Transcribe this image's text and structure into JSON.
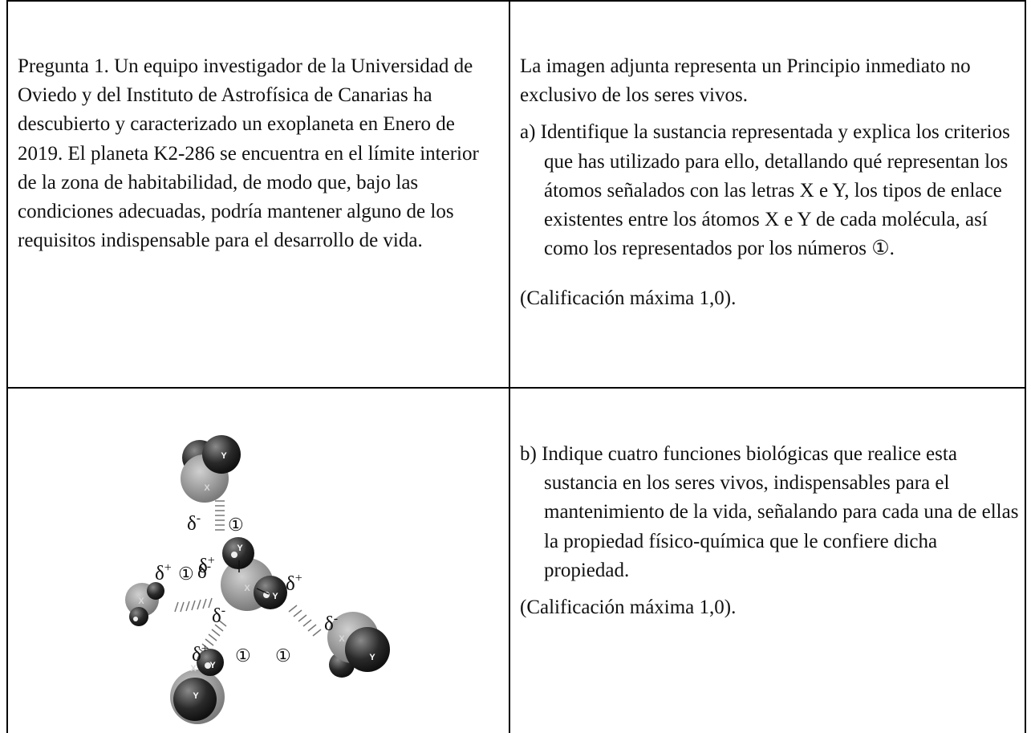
{
  "question": {
    "intro": "Pregunta 1.  Un equipo investigador de la Universidad de Oviedo y del Instituto de Astrofísica de Canarias ha descubierto y caracterizado un exoplaneta en Enero de 2019.  El planeta K2-286 se encuentra en el límite interior de la zona de habitabilidad, de modo que, bajo las condiciones adecuadas, podría mantener alguno de los requisitos indispensable para el desarrollo de vida.",
    "context": "La imagen adjunta representa un Principio inmediato no exclusivo de los seres vivos.",
    "part_a": "a) Identifique la sustancia representada y explica los criterios que has utilizado para ello, detallando qué representan los átomos señalados con las letras X e Y, los tipos de enlace existentes entre los átomos X e Y de cada molécula, así como los representados por los números ①.",
    "part_a_score": "(Calificación máxima 1,0).",
    "part_b": "b) Indique cuatro funciones biológicas que realice esta sustancia en los seres vivos, indispensables para el mantenimiento de la vida, señalando para cada una de ellas la propiedad físico-química que le confiere dicha propiedad.",
    "part_b_score": "(Calificación máxima 1,0)."
  },
  "figure": {
    "atom_x": "X",
    "atom_y": "Y",
    "delta_minus": "δ-",
    "delta_plus": "δ+",
    "bond_number": "①"
  }
}
